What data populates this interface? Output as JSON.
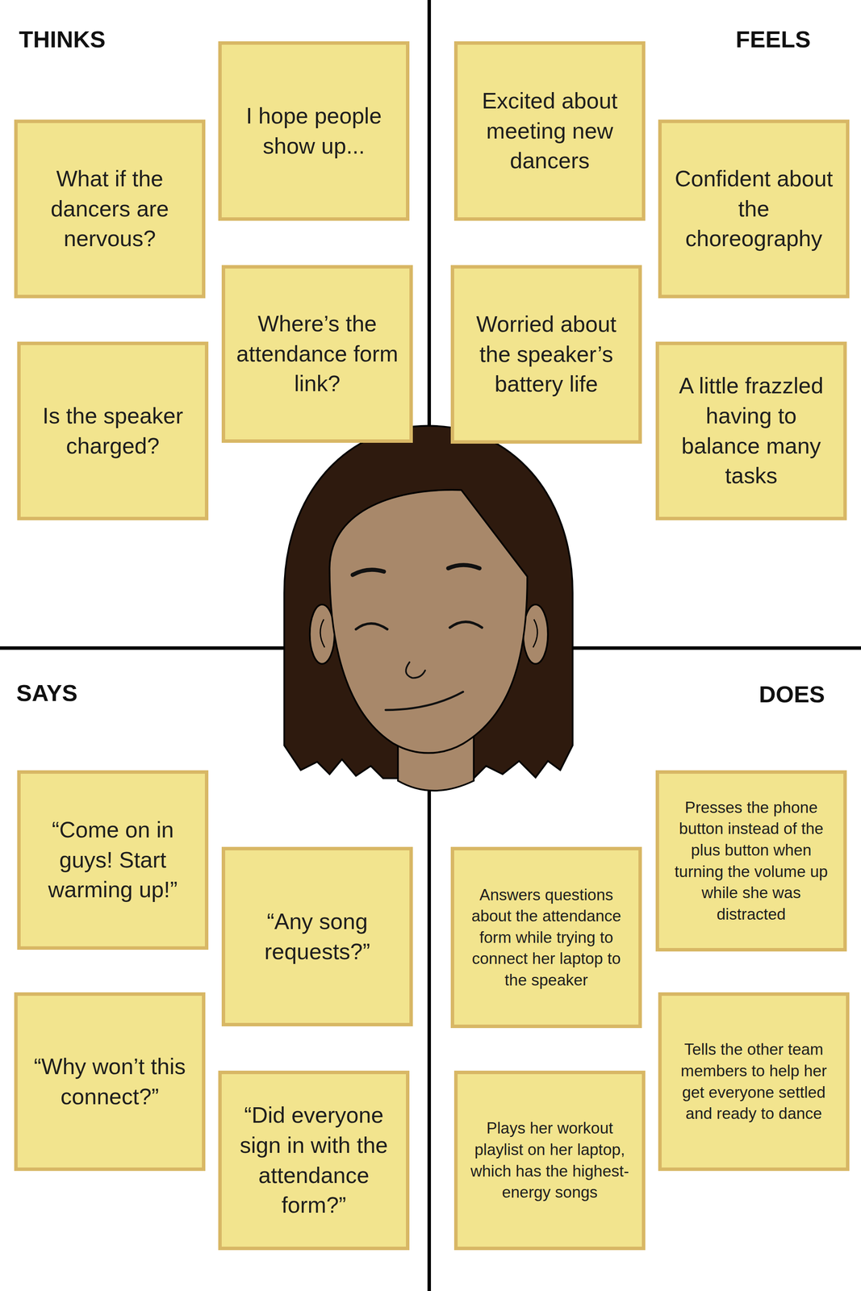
{
  "diagram": {
    "nodes": [
      {
        "text": [
          "I hope people show up..."
        ]
      },
      {
        "text": [
          "What if the dancers are nervous?"
        ]
      },
      {
        "text": [
          "Where’s the attendance form link?"
        ]
      },
      {
        "text": [
          "Is the speaker charged?"
        ]
      },
      {
        "text": [
          "Excited about meeting new dancers"
        ]
      },
      {
        "text": [
          "Confident about the choreography"
        ]
      },
      {
        "text": [
          "Worried about the speaker’s battery life"
        ]
      },
      {
        "text": [
          "A little frazzled having to balance many tasks"
        ]
      },
      {
        "text": [
          "“Come on in guys! Start warming up!”"
        ]
      },
      {
        "text": [
          "“Any song requests?”"
        ]
      },
      {
        "text": [
          "“Why won’t this connect?”"
        ]
      },
      {
        "text": [
          "“Did everyone sign in with the attendance form?”"
        ]
      },
      {
        "text": [
          "Presses the phone button instead of the plus button when turning the volume up while she was distracted"
        ]
      },
      {
        "text": [
          "Answers questions about the attendance form while trying to connect her laptop to the speaker"
        ]
      },
      {
        "text": [
          "Tells the other team members to help her get everyone settled and ready to dance"
        ]
      },
      {
        "text": [
          "Plays her workout playlist on her laptop, which has the highest-energy songs"
        ]
      }
    ],
    "labels": [
      "THINKS",
      "FEELS",
      "SAYS",
      "DOES"
    ]
  }
}
